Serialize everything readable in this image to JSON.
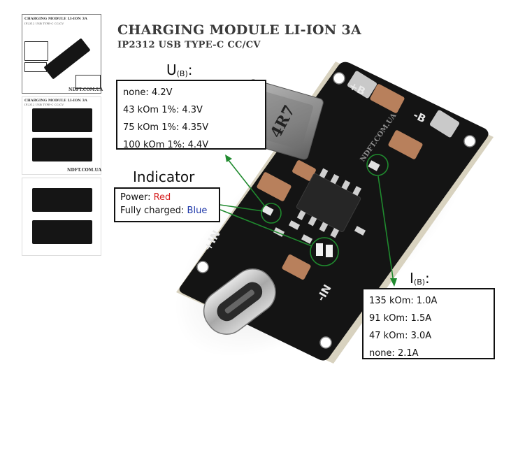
{
  "header": {
    "title": "CHARGING MODULE LI-ION 3A",
    "subtitle": "IP2312 USB TYPE-C CC/CV"
  },
  "voltage": {
    "symbol": "U",
    "symbol_sub": "(B)",
    "suffix": ":",
    "rows": [
      "none: 4.2V",
      "43 kOm 1%: 4.3V",
      "75 kOm 1%: 4.35V",
      "100 kOm 1%: 4.4V"
    ]
  },
  "indicator": {
    "title": "Indicator",
    "power_label": "Power: ",
    "power_color": "Red",
    "charged_label": "Fully charged: ",
    "charged_color": "Blue",
    "colors": {
      "red": "#d62020",
      "blue": "#1c36a8",
      "arrow": "#1f8a2e"
    }
  },
  "current": {
    "symbol": "I",
    "symbol_sub": "(B)",
    "suffix": ":",
    "rows": [
      "135 kOm: 1.0A",
      "91 kOm: 1.5A",
      "47 kOm: 3.0A",
      "none: 2.1A"
    ]
  },
  "board": {
    "inductor_marking": "4R7",
    "watermark": "NDFT.COM.UA",
    "plus_b": "+B",
    "minus_b": "-B",
    "plus_in": "+IN",
    "minus_in": "-IN"
  },
  "thumbnails": {
    "site": "NDFT.COM.UA",
    "title": "CHARGING MODULE LI-ION 3A",
    "subtitle": "IP2312 USB TYPE-C CC/CV"
  }
}
